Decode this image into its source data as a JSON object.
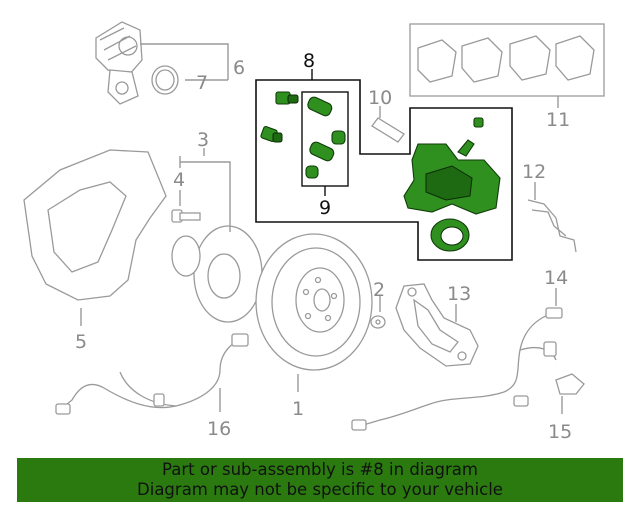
{
  "callouts": {
    "c1": "1",
    "c2": "2",
    "c3": "3",
    "c4": "4",
    "c5": "5",
    "c6": "6",
    "c7": "7",
    "c8": "8",
    "c9": "9",
    "c10": "10",
    "c11": "11",
    "c12": "12",
    "c13": "13",
    "c14": "14",
    "c15": "15",
    "c16": "16"
  },
  "banner": {
    "line1": "Part or sub-assembly is #8 in diagram",
    "line2": "Diagram may not be specific to your vehicle"
  },
  "colors": {
    "highlight": "#2f8f1f",
    "banner": "#2a7a10",
    "outline": "#9a9a9a"
  }
}
